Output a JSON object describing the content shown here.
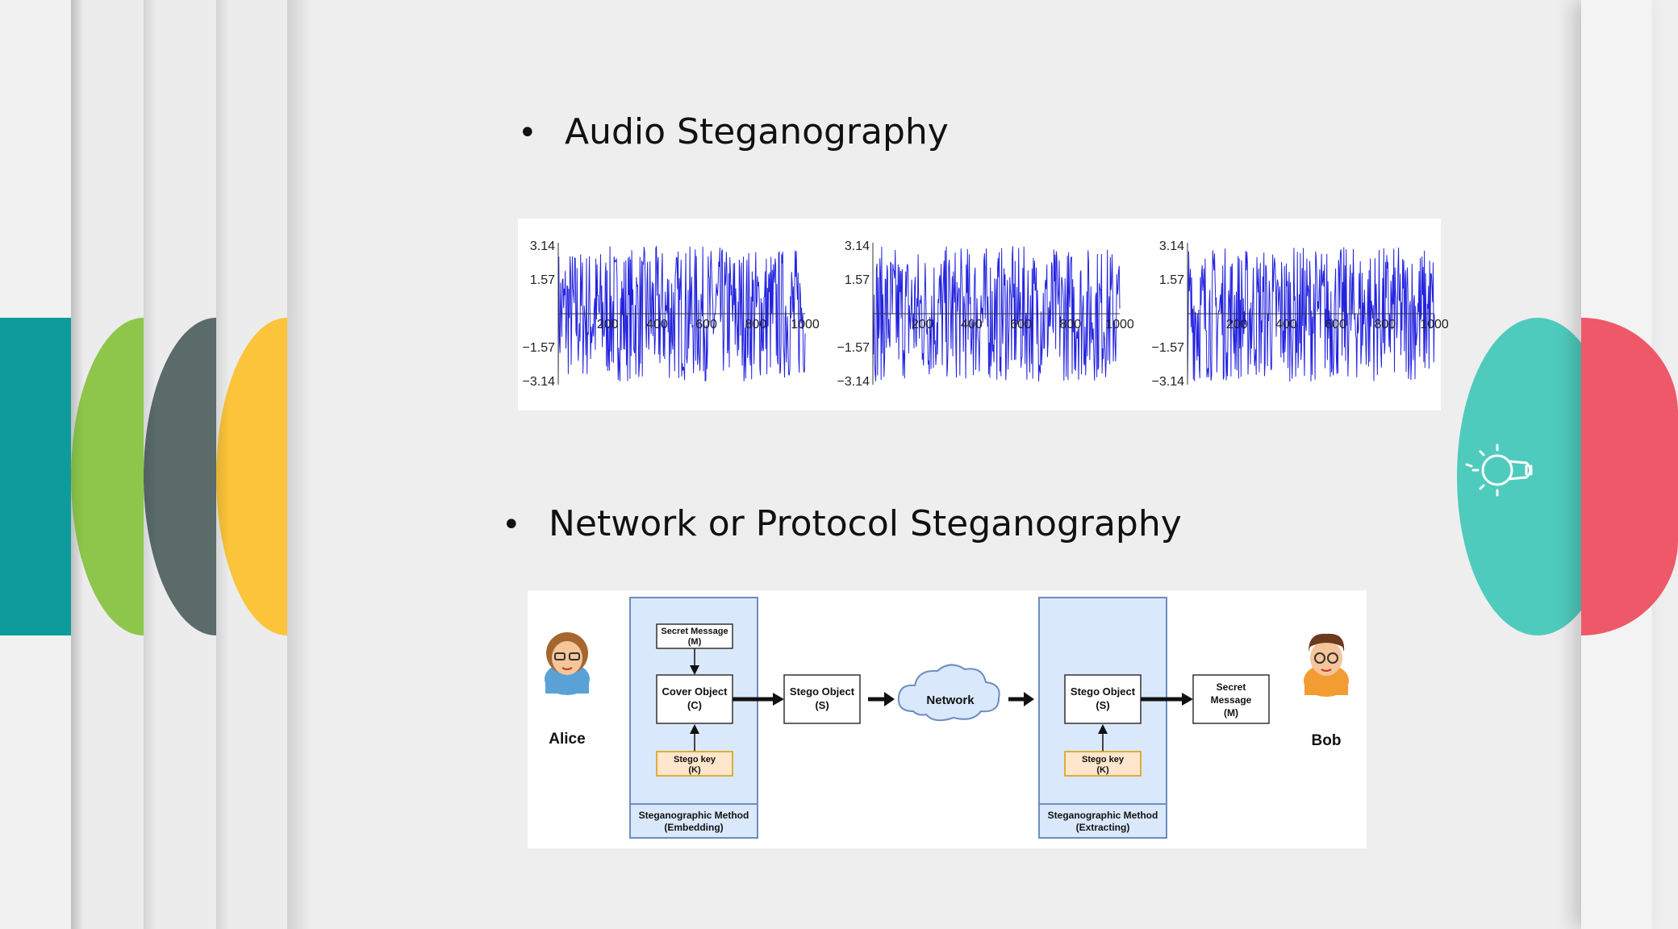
{
  "slide": {
    "bullet_1": "Audio Steganography",
    "bullet_2": "Network or Protocol Steganography",
    "bullet_symbol": "•",
    "colors": {
      "teal": "#0e9b9b",
      "green": "#8dc64b",
      "slate": "#5a6b6a",
      "yellow": "#fbc43a",
      "mint": "#4ecbbc",
      "red": "#ee5868",
      "plot_blue": "#2323e0",
      "box_blue": "#dae8fc",
      "box_orange": "#ffe6cc"
    },
    "icon": "lightbulb-icon"
  },
  "chart_data": [
    {
      "type": "line",
      "x_ticks": [
        "200",
        "400",
        "600",
        "800",
        "1000"
      ],
      "y_ticks": [
        "3.14",
        "1.57",
        "−1.57",
        "−3.14"
      ],
      "xlim": [
        0,
        1000
      ],
      "ylim": [
        -3.14,
        3.14
      ]
    },
    {
      "type": "line",
      "x_ticks": [
        "200",
        "400",
        "600",
        "800",
        "1000"
      ],
      "y_ticks": [
        "3.14",
        "1.57",
        "−1.57",
        "−3.14"
      ],
      "xlim": [
        0,
        1000
      ],
      "ylim": [
        -3.14,
        3.14
      ]
    },
    {
      "type": "line",
      "x_ticks": [
        "200",
        "400",
        "600",
        "800",
        "1000"
      ],
      "y_ticks": [
        "3.14",
        "1.57",
        "−1.57",
        "−3.14"
      ],
      "xlim": [
        0,
        1000
      ],
      "ylim": [
        -3.14,
        3.14
      ]
    }
  ],
  "diagram": {
    "alice": "Alice",
    "bob": "Bob",
    "secret_message_top_1": "Secret Message",
    "secret_message_top_2": "(M)",
    "cover_object_1": "Cover Object",
    "cover_object_2": "(C)",
    "stego_key_left_1": "Stego key",
    "stego_key_left_2": "(K)",
    "embed_method_1": "Steganographic Method",
    "embed_method_2": "(Embedding)",
    "stego_object_mid_1": "Stego Object",
    "stego_object_mid_2": "(S)",
    "network": "Network",
    "stego_object_right_1": "Stego Object",
    "stego_object_right_2": "(S)",
    "stego_key_right_1": "Stego key",
    "stego_key_right_2": "(K)",
    "extract_method_1": "Steganographic Method",
    "extract_method_2": "(Extracting)",
    "secret_message_out_1": "Secret",
    "secret_message_out_2": "Message",
    "secret_message_out_3": "(M)"
  }
}
